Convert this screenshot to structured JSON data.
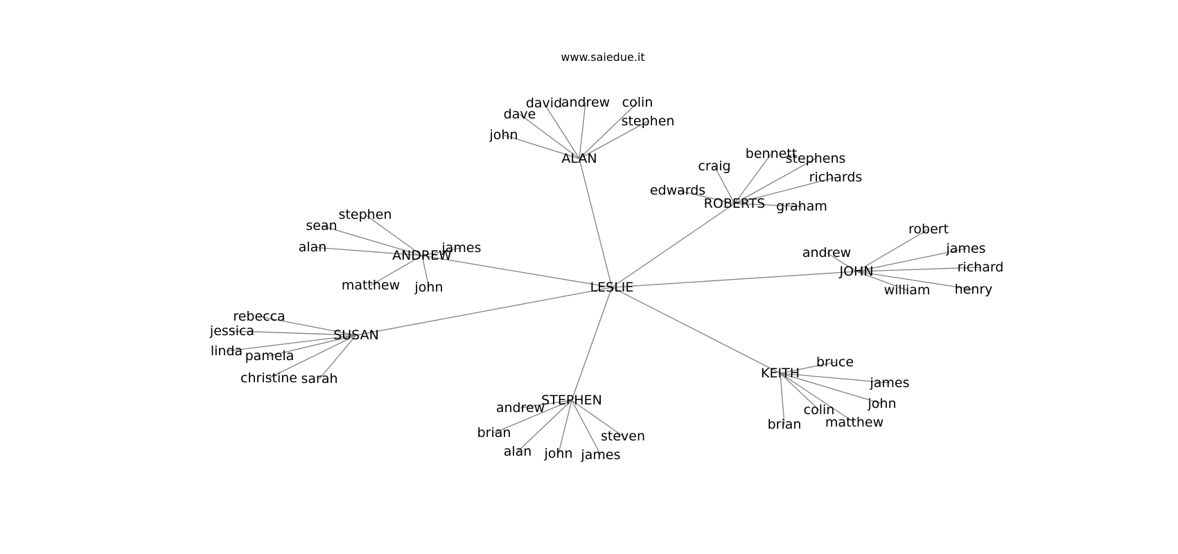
{
  "title": "www.saiedue.it",
  "colors": {
    "edge": "#808080",
    "text": "#000000",
    "background": "#ffffff"
  },
  "root": "LESLIE",
  "hubs": [
    {
      "name": "ALAN",
      "leaves": [
        "john",
        "dave",
        "david",
        "andrew",
        "colin",
        "stephen"
      ]
    },
    {
      "name": "ROBERTS",
      "leaves": [
        "edwards",
        "craig",
        "bennett",
        "stephens",
        "richards",
        "graham"
      ]
    },
    {
      "name": "ANDREW",
      "leaves": [
        "sean",
        "stephen",
        "alan",
        "james",
        "matthew",
        "john"
      ]
    },
    {
      "name": "JOHN",
      "leaves": [
        "andrew",
        "robert",
        "james",
        "richard",
        "henry",
        "william"
      ]
    },
    {
      "name": "SUSAN",
      "leaves": [
        "rebecca",
        "jessica",
        "linda",
        "pamela",
        "christine",
        "sarah"
      ]
    },
    {
      "name": "STEPHEN",
      "leaves": [
        "andrew",
        "brian",
        "alan",
        "john",
        "james",
        "steven"
      ]
    },
    {
      "name": "KEITH",
      "leaves": [
        "bruce",
        "james",
        "john",
        "colin",
        "matthew",
        "brian"
      ]
    }
  ]
}
